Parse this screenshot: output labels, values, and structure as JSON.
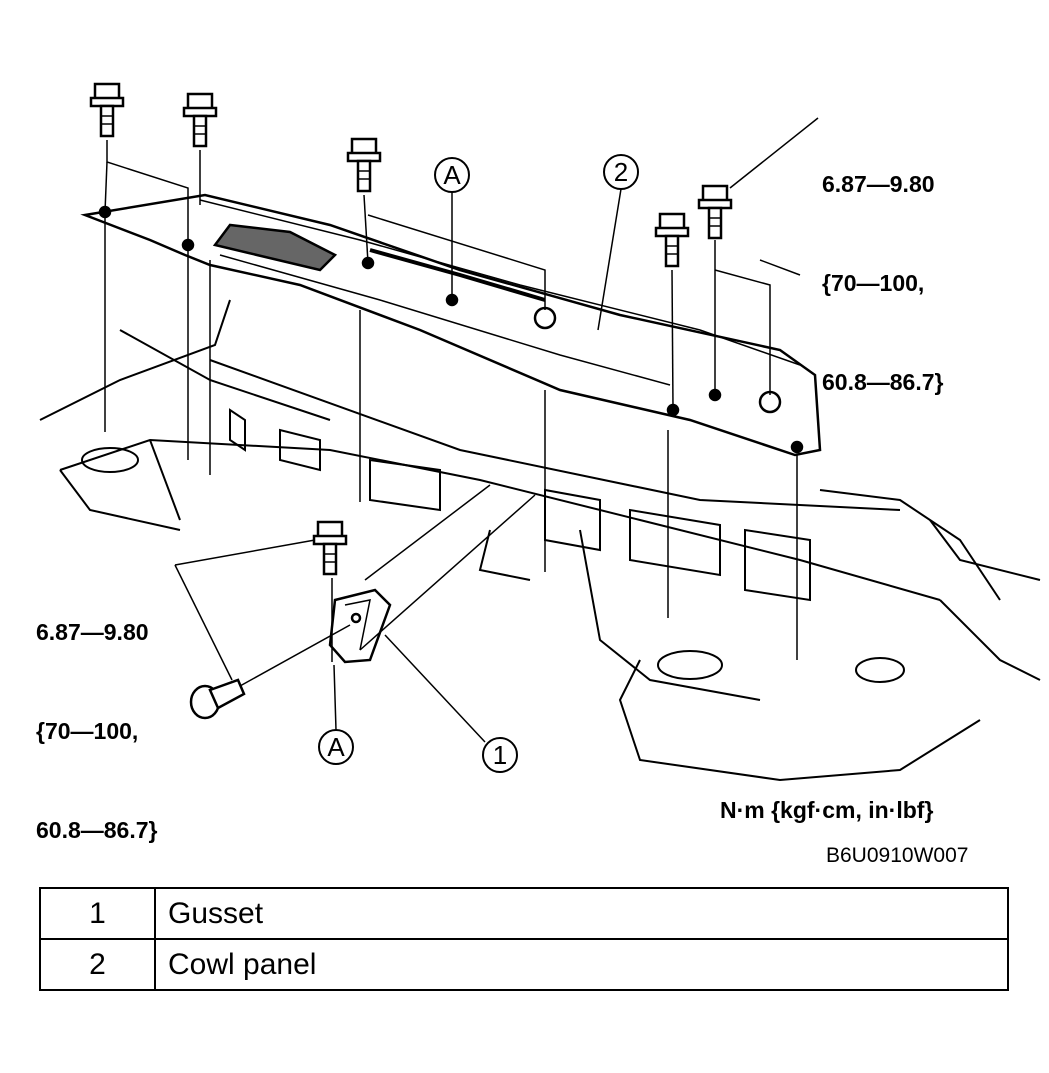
{
  "callouts": {
    "a_top": "A",
    "a_bottom": "A",
    "num_2": "2",
    "num_1": "1"
  },
  "torque_right": [
    "6.87—9.80",
    "{70—100,",
    "60.8—86.7}"
  ],
  "torque_left": [
    "6.87—9.80",
    "{70—100,",
    "60.8—86.7}"
  ],
  "units": "N·m {kgf·cm, in·lbf}",
  "figure_code": "B6U0910W007",
  "legend": [
    {
      "num": "1",
      "name": "Gusset"
    },
    {
      "num": "2",
      "name": "Cowl panel"
    }
  ]
}
